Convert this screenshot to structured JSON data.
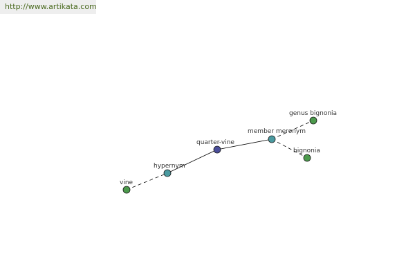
{
  "header": {
    "url": "http://www.artikata.com"
  },
  "colors": {
    "leaf_node": "#4c9a4c",
    "relation_node": "#4a9aa0",
    "center_node": "#4a4e9a",
    "edge": "#000000",
    "url_text": "#4a6a1f"
  },
  "graph": {
    "nodes": [
      {
        "id": "vine",
        "label": "vine",
        "kind": "leaf"
      },
      {
        "id": "hypernym",
        "label": "hypernym",
        "kind": "relation"
      },
      {
        "id": "quarter-vine",
        "label": "quarter-vine",
        "kind": "center"
      },
      {
        "id": "member-meronym",
        "label": "member meronym",
        "kind": "relation"
      },
      {
        "id": "genus-bignonia",
        "label": "genus bignonia",
        "kind": "leaf"
      },
      {
        "id": "bignonia",
        "label": "bignonia",
        "kind": "leaf"
      }
    ],
    "edges": [
      {
        "from": "vine",
        "to": "hypernym",
        "style": "dashed"
      },
      {
        "from": "hypernym",
        "to": "quarter-vine",
        "style": "solid"
      },
      {
        "from": "quarter-vine",
        "to": "member-meronym",
        "style": "solid"
      },
      {
        "from": "member-meronym",
        "to": "genus-bignonia",
        "style": "dashed"
      },
      {
        "from": "member-meronym",
        "to": "bignonia",
        "style": "dashed"
      }
    ]
  }
}
